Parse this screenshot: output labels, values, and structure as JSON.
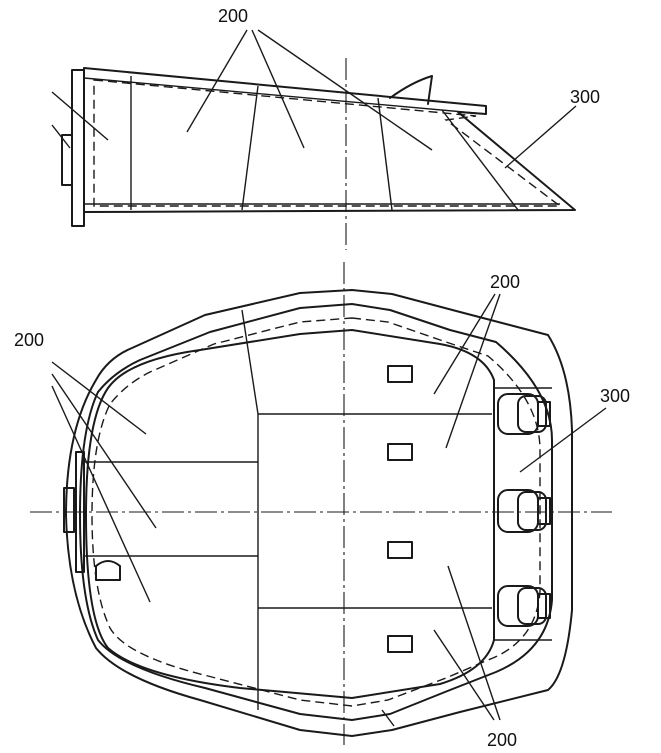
{
  "labels": {
    "side_view_panels": "200",
    "side_view_nose": "300",
    "plan_view_upper_right_panels": "200",
    "plan_view_left_panels": "200",
    "plan_view_nose": "300",
    "plan_view_lower_right_panels": "200"
  },
  "colors": {
    "line": "#1a1a1a",
    "background": "#ffffff"
  }
}
